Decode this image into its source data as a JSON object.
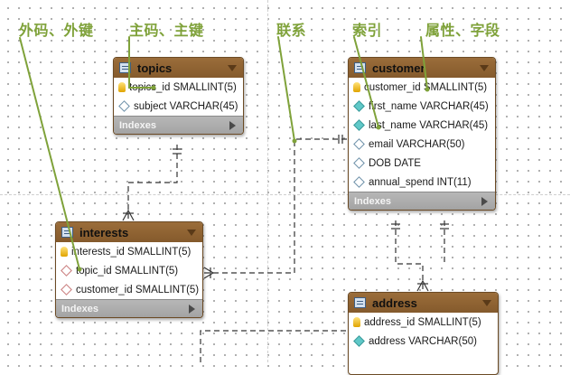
{
  "annotations": {
    "foreign_key": "外码、外键",
    "primary_key": "主码、主键",
    "relationship": "联系",
    "index": "索引",
    "attribute": "属性、字段"
  },
  "tables": {
    "topics": {
      "name": "topics",
      "rows": [
        {
          "text": "topics_id SMALLINT(5)",
          "icon": "primary-key-icon"
        },
        {
          "text": "subject VARCHAR(45)",
          "icon": "column-icon"
        }
      ],
      "footer": "Indexes"
    },
    "customer": {
      "name": "customer",
      "rows": [
        {
          "text": "customer_id SMALLINT(5)",
          "icon": "primary-key-icon"
        },
        {
          "text": "first_name VARCHAR(45)",
          "icon": "indexed-column-icon"
        },
        {
          "text": "last_name VARCHAR(45)",
          "icon": "indexed-column-icon"
        },
        {
          "text": "email VARCHAR(50)",
          "icon": "column-icon"
        },
        {
          "text": "DOB DATE",
          "icon": "column-icon"
        },
        {
          "text": "annual_spend INT(11)",
          "icon": "column-icon"
        }
      ],
      "footer": "Indexes"
    },
    "interests": {
      "name": "interests",
      "rows": [
        {
          "text": "interests_id SMALLINT(5)",
          "icon": "primary-key-icon"
        },
        {
          "text": "topic_id SMALLINT(5)",
          "icon": "foreign-key-icon"
        },
        {
          "text": "customer_id SMALLINT(5)",
          "icon": "foreign-key-icon"
        }
      ],
      "footer": "Indexes"
    },
    "address": {
      "name": "address",
      "rows": [
        {
          "text": "address_id SMALLINT(5)",
          "icon": "primary-key-icon"
        },
        {
          "text": "address VARCHAR(50)",
          "icon": "indexed-column-icon"
        }
      ],
      "footer": ""
    }
  },
  "colors": {
    "annotation": "#7fa23a",
    "table_header": "#8b5e30",
    "footer": "#aaaaaa",
    "connector": "#333333"
  }
}
